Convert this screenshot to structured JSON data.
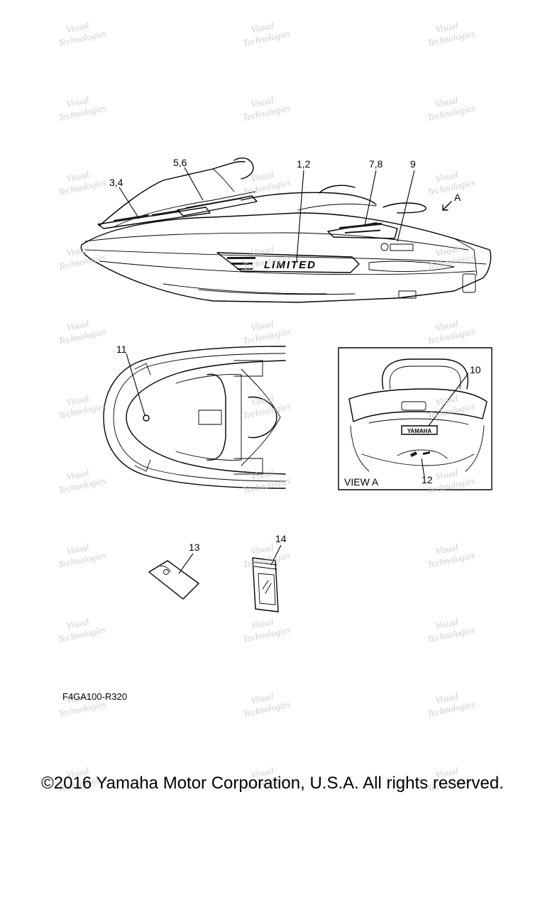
{
  "callouts": {
    "c1_2": "1,2",
    "c3_4": "3,4",
    "c5_6": "5,6",
    "c7_8": "7,8",
    "c9": "9",
    "c10": "10",
    "c11": "11",
    "c12": "12",
    "c13": "13",
    "c14": "14",
    "view_arrow": "A"
  },
  "view_box_label": "VIEW A",
  "decals": {
    "side_text": "LIMITED",
    "stern_badge": "YAMAHA"
  },
  "drawing_code": "F4GA100-R320",
  "copyright": "©2016 Yamaha Motor Corporation, U.S.A. All rights reserved.",
  "colors": {
    "line": "#000000",
    "background": "#ffffff",
    "watermark": "#c8c8c8"
  }
}
